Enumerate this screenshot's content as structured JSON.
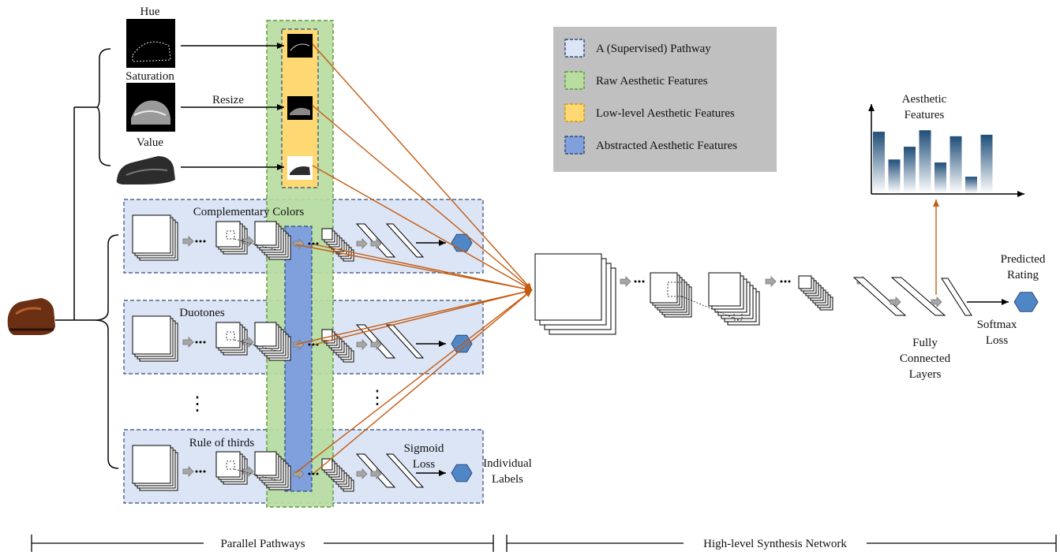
{
  "inputs": {
    "hue": "Hue",
    "saturation": "Saturation",
    "value": "Value",
    "resize": "Resize"
  },
  "legend": [
    {
      "label": "A (Supervised) Pathway",
      "fill": "#dbe5f5",
      "stroke": "#2f4a7a"
    },
    {
      "label": "Raw Aesthetic Features",
      "fill": "#b9dca0",
      "stroke": "#5a9a3a"
    },
    {
      "label": "Low-level Aesthetic Features",
      "fill": "#fdd873",
      "stroke": "#d49a00"
    },
    {
      "label": "Abstracted Aesthetic Features",
      "fill": "#7fa0dc",
      "stroke": "#2f4a7a"
    }
  ],
  "pathways": {
    "complementary": "Complementary Colors",
    "duotones": "Duotones",
    "rule_of_thirds": "Rule of thirds",
    "sigmoid_loss": "Sigmoid Loss",
    "individual_labels": "Individual Labels",
    "ellipsis": "⋮"
  },
  "synthesis": {
    "aesthetic_features": "Aesthetic Features",
    "fully_connected": "Fully Connected Layers",
    "predicted_rating": "Predicted Rating",
    "softmax_loss": "Softmax Loss"
  },
  "bottom": {
    "parallel": "Parallel Pathways",
    "high_level": "High-level Synthesis Network"
  },
  "colors": {
    "pathway_fill": "#dbe5f5",
    "raw_fill": "#b9dca0",
    "low_fill": "#fdd873",
    "abstract_fill": "#7fa0dc",
    "orange": "#c55a11",
    "hexagon": "#4f86c6",
    "legend_bg": "#c0c0c0",
    "gray_arrow": "#a6a6a6",
    "bar_top": "#1f4e79",
    "bar_bottom": "#ffffff"
  },
  "chart_data": {
    "type": "bar",
    "values": [
      0.82,
      0.45,
      0.62,
      0.84,
      0.41,
      0.76,
      0.22,
      0.78
    ]
  }
}
